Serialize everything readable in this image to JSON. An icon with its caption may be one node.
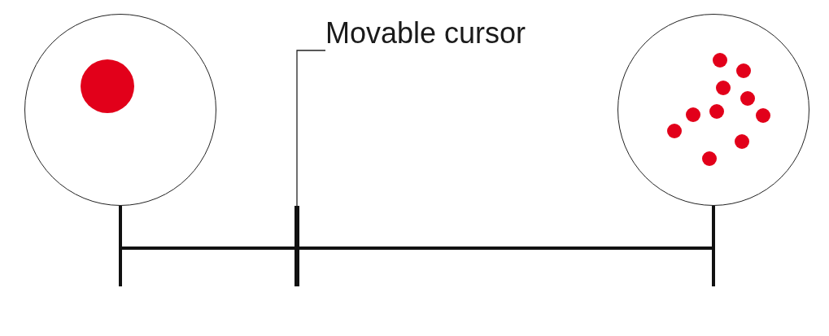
{
  "diagram": {
    "nodes": [
      {
        "text": [],
        "shape": "circle"
      },
      {
        "text": [],
        "shape": "circle"
      },
      {
        "text": [
          "Movable cursor"
        ]
      },
      {
        "text": [],
        "shape": "bar"
      }
    ],
    "edges": [
      {
        "from": 2,
        "to": 3,
        "arrow": "none"
      }
    ]
  }
}
